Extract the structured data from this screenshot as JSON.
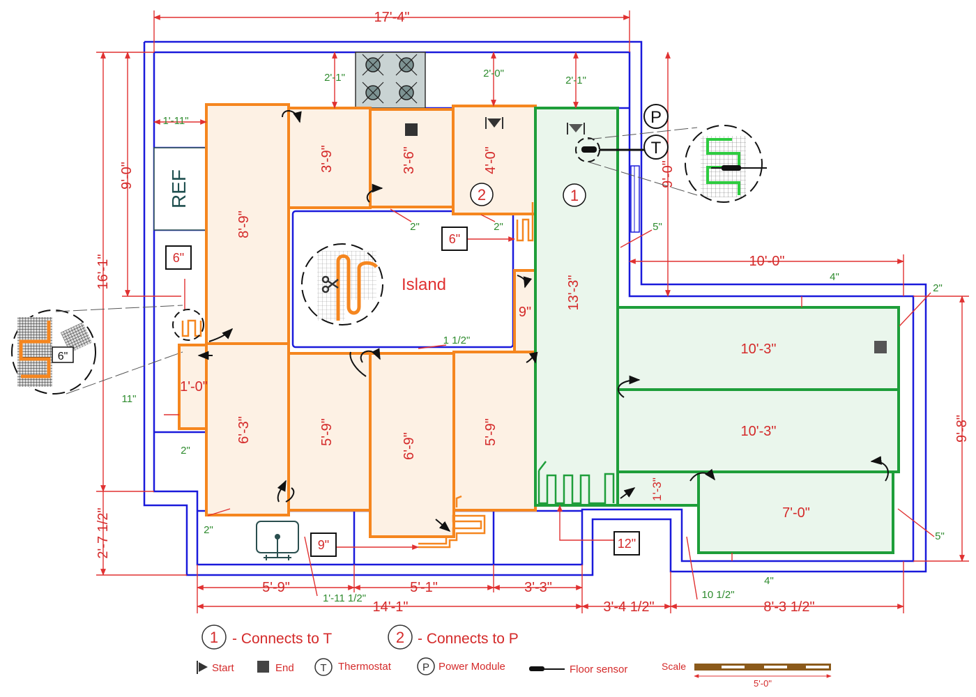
{
  "colors": {
    "wall": "#1a1adb",
    "dimension": "#e03131",
    "gap": "#2e8b2e",
    "mat_orange": "#f5861f",
    "mat_green": "#1e9e3a",
    "fill_orange": "#fdf1e4",
    "fill_green": "#eaf6ec",
    "text_dark": "#1f4f4f"
  },
  "overall": {
    "top_width": "17'-4\"",
    "left_height": "16'-1\"",
    "left_inner_height": "9'-0\"",
    "left_bottom": "2'-7 1/2\"",
    "right_inner_height": "9'-0\"",
    "right_bottom_height": "9'-8\"",
    "right_top_width": "10'-0\"",
    "bottom_total": "14'-1\"",
    "bottom_a": "5'-9\"",
    "bottom_b": "5'-1\"",
    "bottom_c": "3'-3\"",
    "bottom_d": "3'-4 1/2\"",
    "bottom_e": "8'-3 1/2\""
  },
  "fixtures": {
    "ref": "REF",
    "island": "Island"
  },
  "mats_orange": [
    {
      "label": "8'-9\""
    },
    {
      "label": "3'-9\""
    },
    {
      "label": "3'-6\""
    },
    {
      "label": "4'-0\""
    },
    {
      "label": "9\""
    },
    {
      "label": "1'-0\""
    },
    {
      "label": "6'-3\""
    },
    {
      "label": "5'-9\""
    },
    {
      "label": "6'-9\""
    },
    {
      "label": "5'-9\""
    }
  ],
  "mats_green": [
    {
      "label": "13'-3\""
    },
    {
      "label": "10'-3\""
    },
    {
      "label": "10'-3\""
    },
    {
      "label": "7'-0\""
    },
    {
      "label": "1'-3\""
    }
  ],
  "gaps": [
    "2'-1\"",
    "2'-0\"",
    "2'-1\"",
    "1'-11\"",
    "2\"",
    "2\"",
    "5\"",
    "4\"",
    "2\"",
    "1 1/2\"",
    "11\"",
    "2\"",
    "2\"",
    "1'-11 1/2\"",
    "5\"",
    "4\"",
    "10 1/2\""
  ],
  "boxes": [
    "6\"",
    "6\"",
    "6\"",
    "9\"",
    "12\""
  ],
  "circuits": [
    "1",
    "2"
  ],
  "sensor_labels": {
    "p": "P",
    "t": "T"
  },
  "legend": {
    "one": "1",
    "connects_t": "- Connects to T",
    "two": "2",
    "connects_p": "- Connects to P",
    "start": "Start",
    "end": "End",
    "t_symbol": "T",
    "thermostat": "Thermostat",
    "p_symbol": "P",
    "power_module": "Power Module",
    "floor_sensor": "Floor sensor",
    "scale": "Scale",
    "scale_value": "5'-0\""
  }
}
